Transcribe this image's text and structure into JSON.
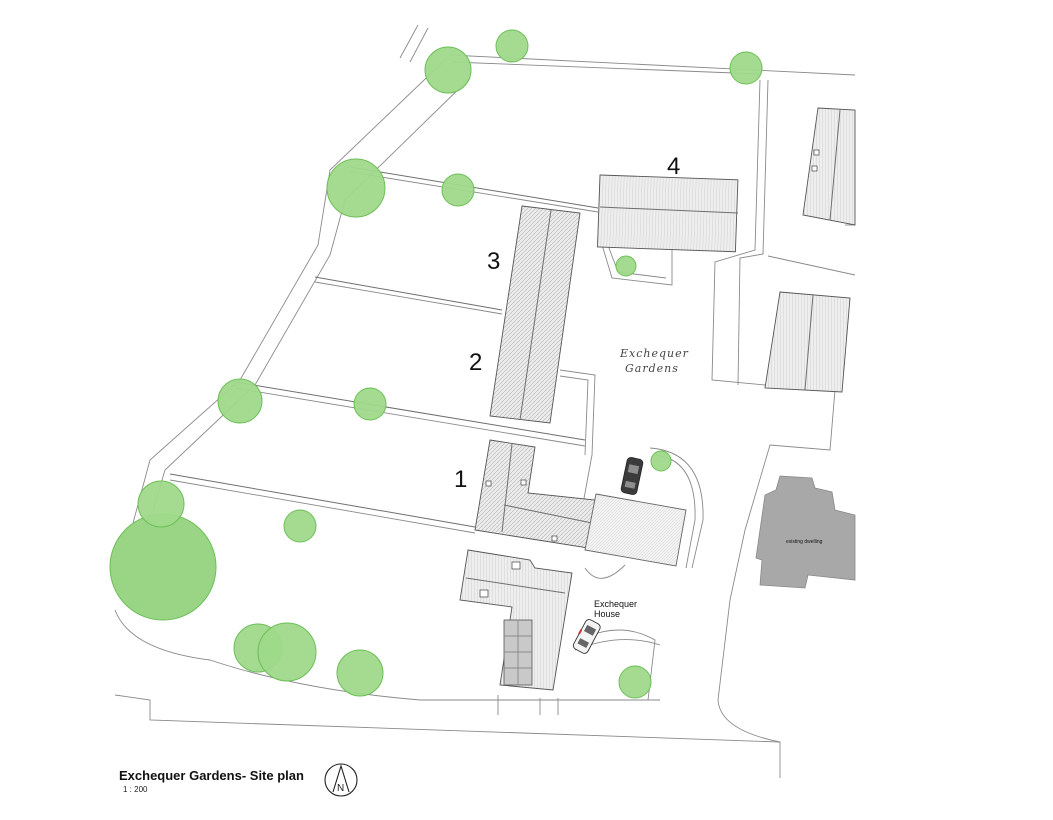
{
  "plan": {
    "title": "Exchequer Gardens- Site plan",
    "scale": "1 : 200",
    "north_label": "N"
  },
  "labels": {
    "plot_1": "1",
    "plot_2": "2",
    "plot_3": "3",
    "plot_4": "4",
    "garden_line1": "Exchequer",
    "garden_line2": "Gardens",
    "house_line1": "Exchequer",
    "house_line2": "House",
    "existing_dwelling": "existing dwelling"
  },
  "colors": {
    "tree_fill": "#9fd98a",
    "existing_building": "#a8a8a8",
    "line": "#8a8a8a"
  }
}
